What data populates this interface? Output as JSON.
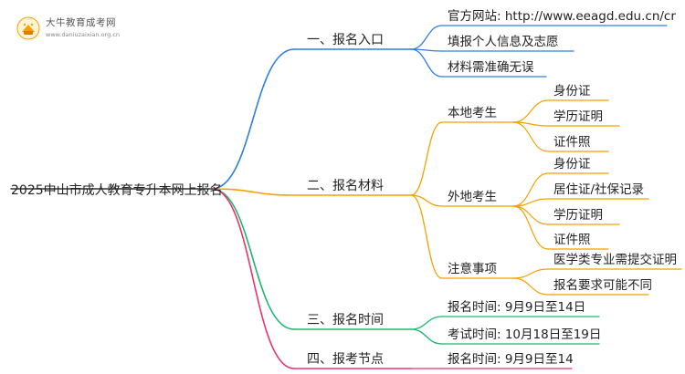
{
  "logo": {
    "name": "大牛教育成考网",
    "url": "www.daniuzaixian.org.cn"
  },
  "colors": {
    "blue": "#2f7fe0",
    "orange": "#f2a200",
    "green": "#1cb86d",
    "pink": "#e8336d"
  },
  "root": "2025中山市成人教育专升本网上报名",
  "branches": [
    {
      "label": "一、报名入口",
      "color_key": "blue",
      "children": [
        {
          "label": "官方网站: http://www.eeagd.edu.cn/cr"
        },
        {
          "label": "填报个人信息及志愿"
        },
        {
          "label": "材料需准确无误"
        }
      ]
    },
    {
      "label": "二、报名材料",
      "color_key": "orange",
      "children": [
        {
          "label": "本地考生",
          "children": [
            {
              "label": "身份证"
            },
            {
              "label": "学历证明"
            },
            {
              "label": "证件照"
            }
          ]
        },
        {
          "label": "外地考生",
          "children": [
            {
              "label": "身份证"
            },
            {
              "label": "居住证/社保记录"
            },
            {
              "label": "学历证明"
            },
            {
              "label": "证件照"
            }
          ]
        },
        {
          "label": "注意事项",
          "children": [
            {
              "label": "医学类专业需提交证明"
            },
            {
              "label": "报名要求可能不同"
            }
          ]
        }
      ]
    },
    {
      "label": "三、报名时间",
      "color_key": "green",
      "children": [
        {
          "label": "报名时间: 9月9日至14日"
        },
        {
          "label": "考试时间: 10月18日至19日"
        }
      ]
    },
    {
      "label": "四、报考节点",
      "color_key": "pink",
      "children": [
        {
          "label": "报名时间: 9月9日至14"
        }
      ]
    }
  ]
}
